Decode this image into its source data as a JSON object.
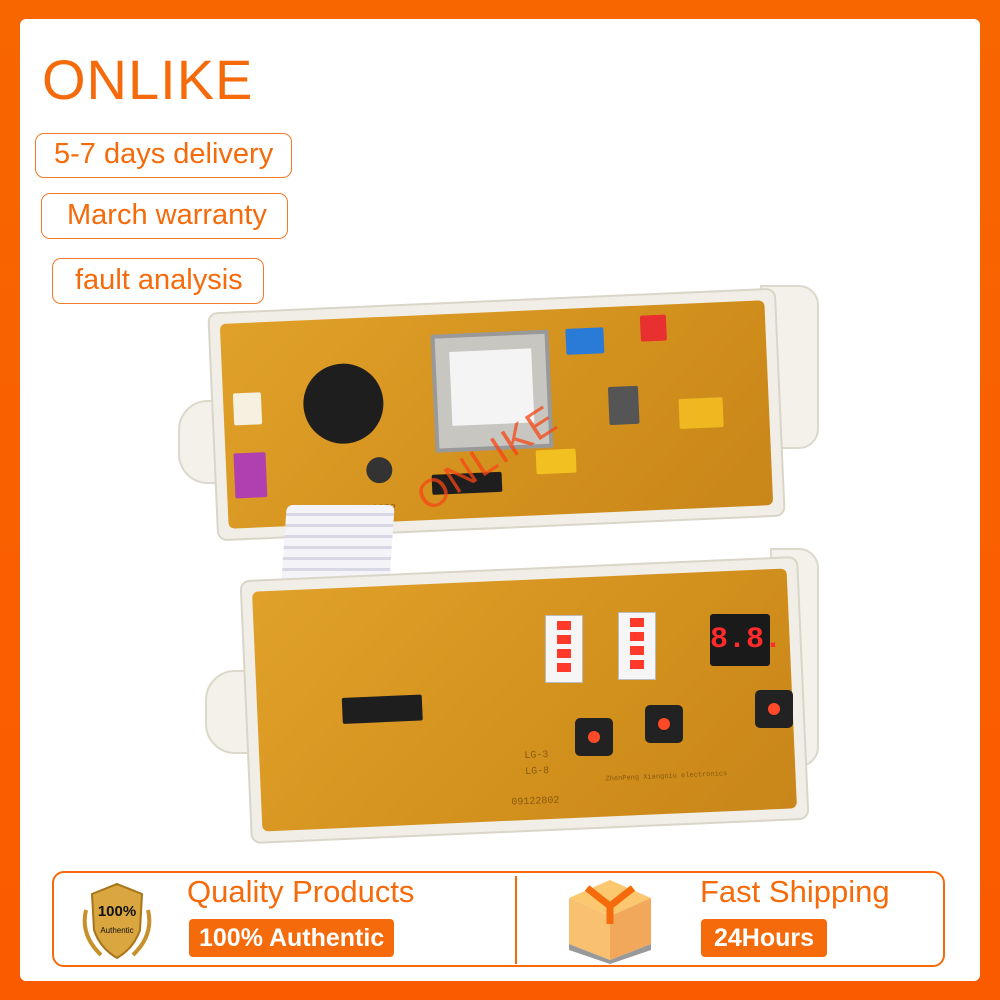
{
  "brand": "ONLIKE",
  "features": [
    "5-7 days delivery",
    "March warranty",
    "fault analysis"
  ],
  "product": {
    "watermark": "ONLIKE",
    "display_digits": "8.8.",
    "silkscreen": [
      "LG-3",
      "LG-8",
      "09122802",
      "ZhenPeng Xiangniu electronics"
    ]
  },
  "banner": {
    "quality": {
      "title": "Quality Products",
      "tag": "100% Authentic",
      "badge_top": "100%",
      "badge_bottom": "Authentic",
      "icon": "gold-shield-badge-icon"
    },
    "shipping": {
      "title": "Fast Shipping",
      "tag": "24Hours",
      "icon": "cardboard-box-icon"
    }
  },
  "colors": {
    "accent": "#f56a0a",
    "frame": "#f86600",
    "pcb": "#d8961f"
  }
}
